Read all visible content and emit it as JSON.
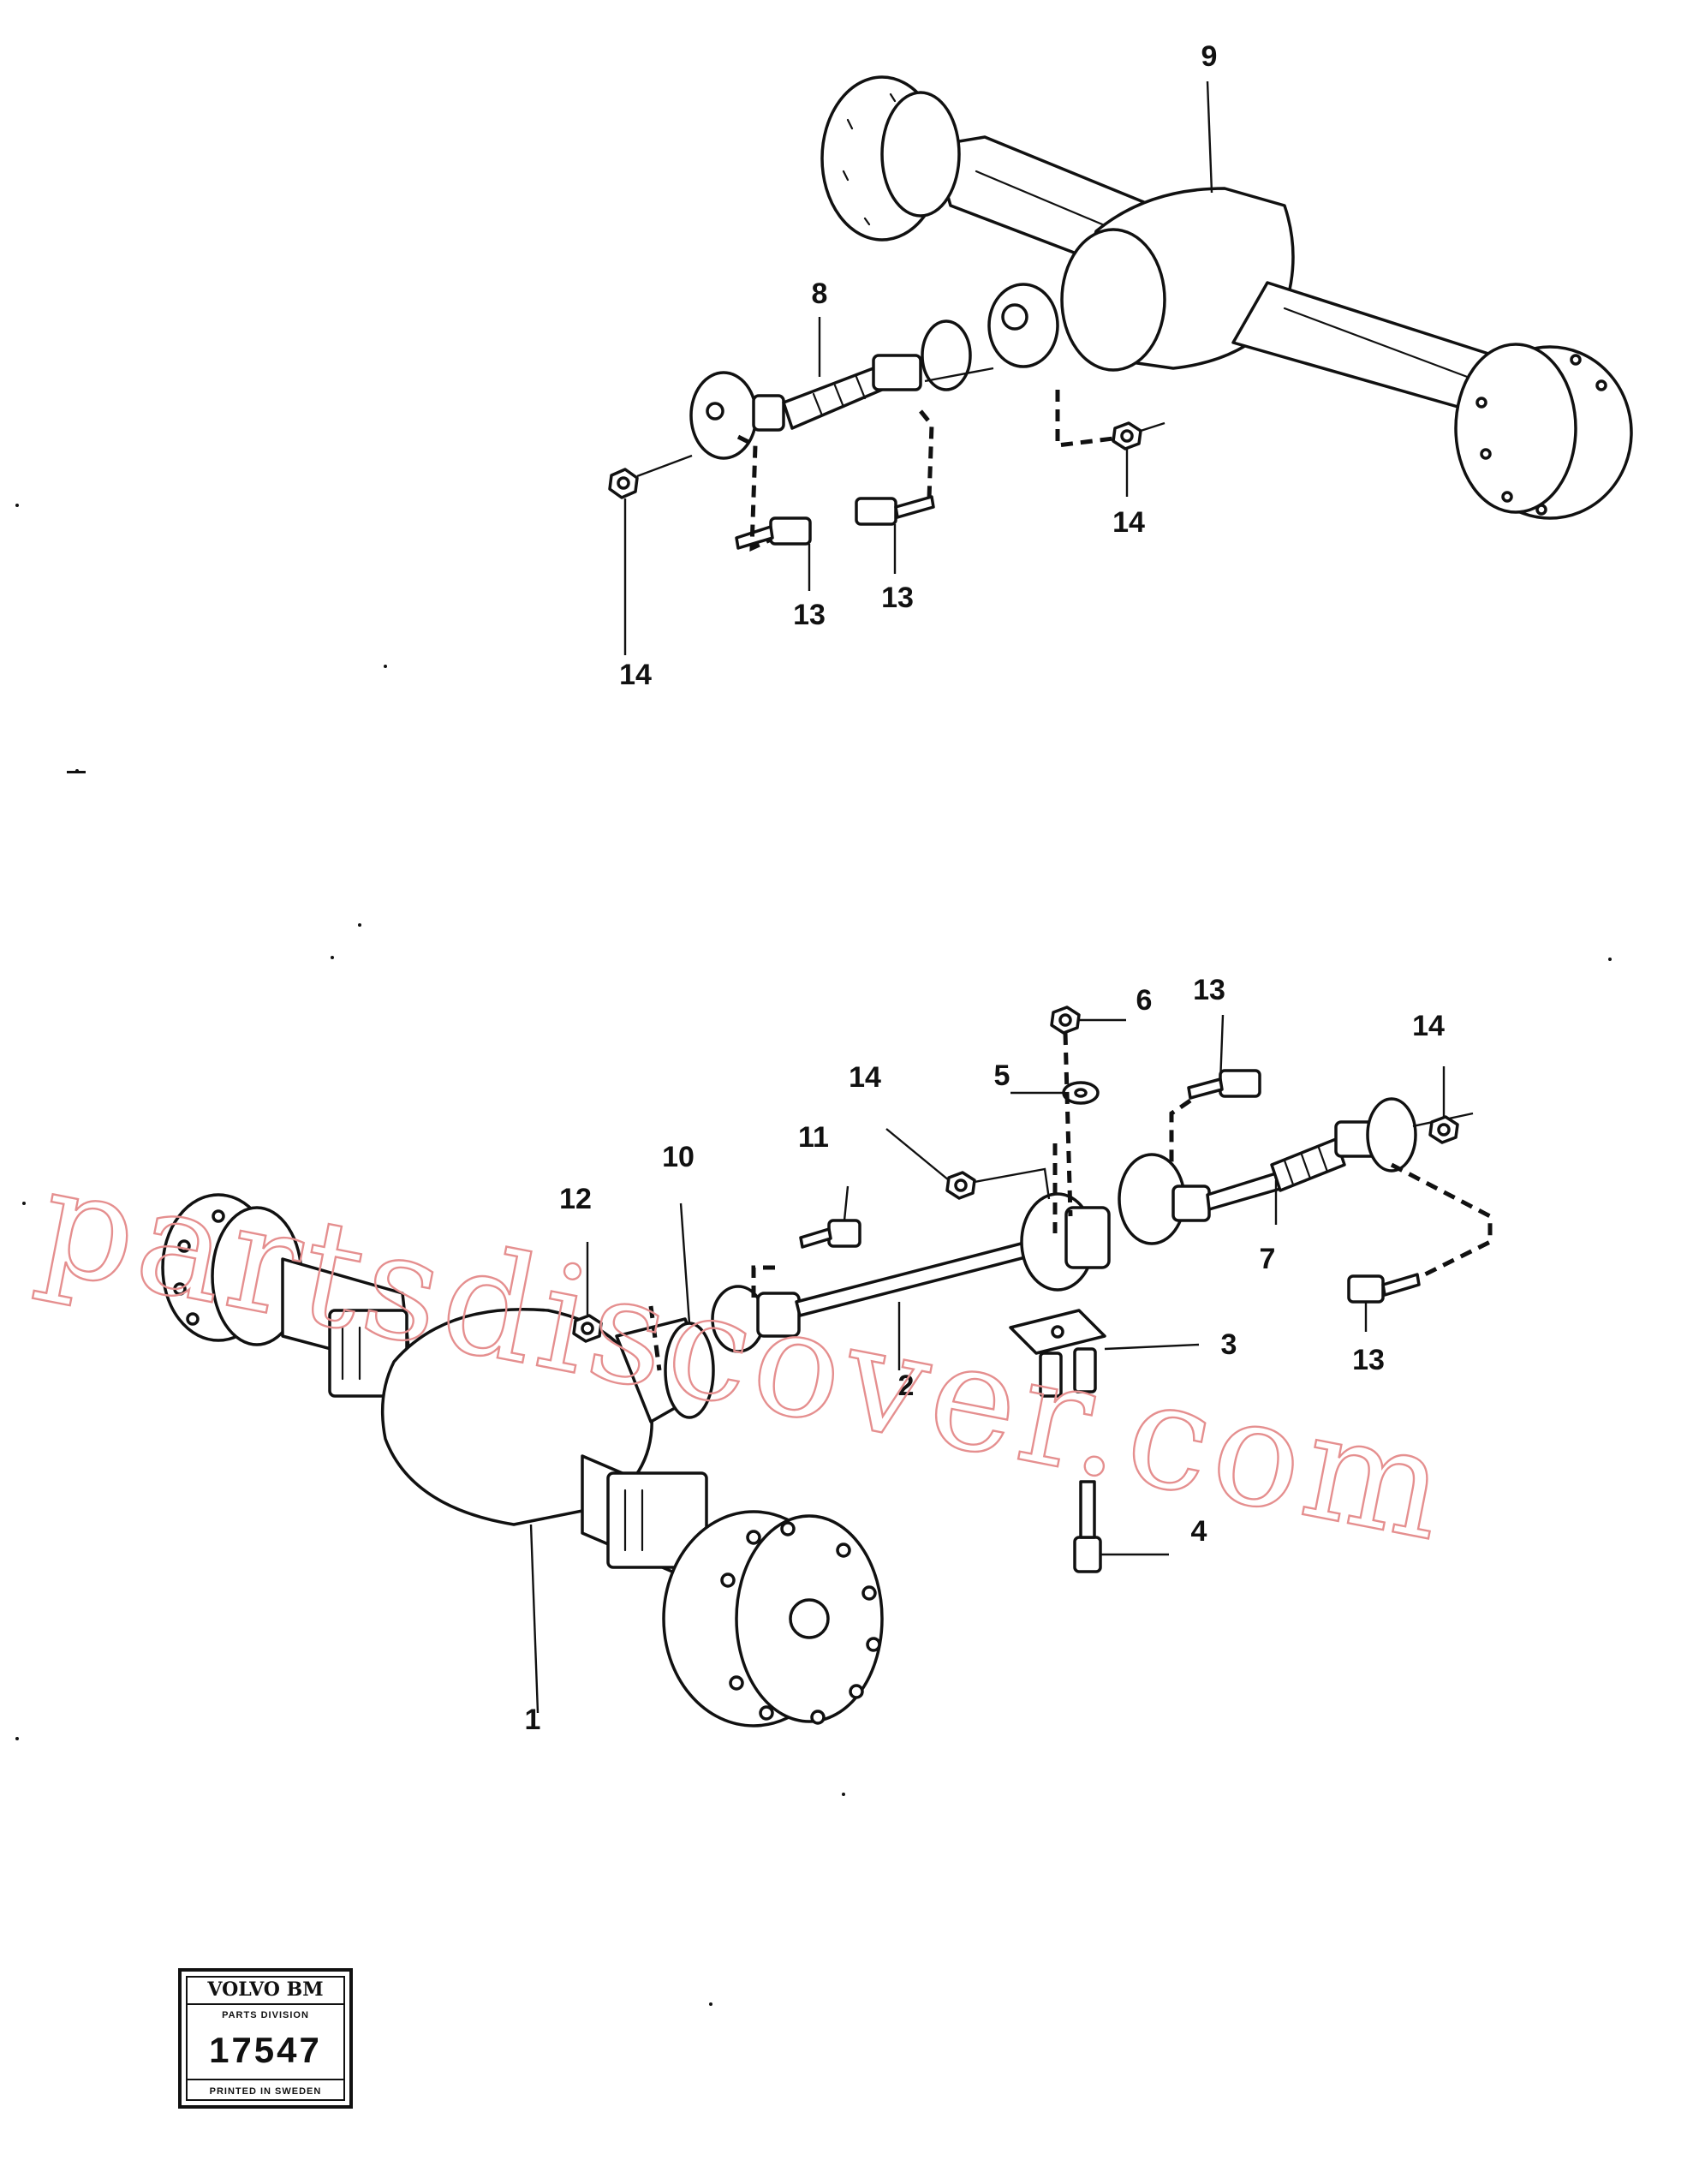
{
  "callouts": {
    "c9": "9",
    "c8": "8",
    "c14_top_right": "14",
    "c13_top_a": "13",
    "c13_top_b": "13",
    "c14_top_left": "14",
    "c6": "6",
    "c13_bottom": "13",
    "c14_bottom_right": "14",
    "c5": "5",
    "c14_bottom_mid": "14",
    "c11": "11",
    "c10": "10",
    "c12": "12",
    "c7": "7",
    "c3": "3",
    "c2": "2",
    "c13_bottom_b": "13",
    "c4": "4",
    "c1": "1"
  },
  "watermark": "partsdiscover.com",
  "badge": {
    "brand": "VOLVO BM",
    "division": "PARTS DIVISION",
    "number": "17547",
    "printed": "PRINTED IN SWEDEN"
  }
}
